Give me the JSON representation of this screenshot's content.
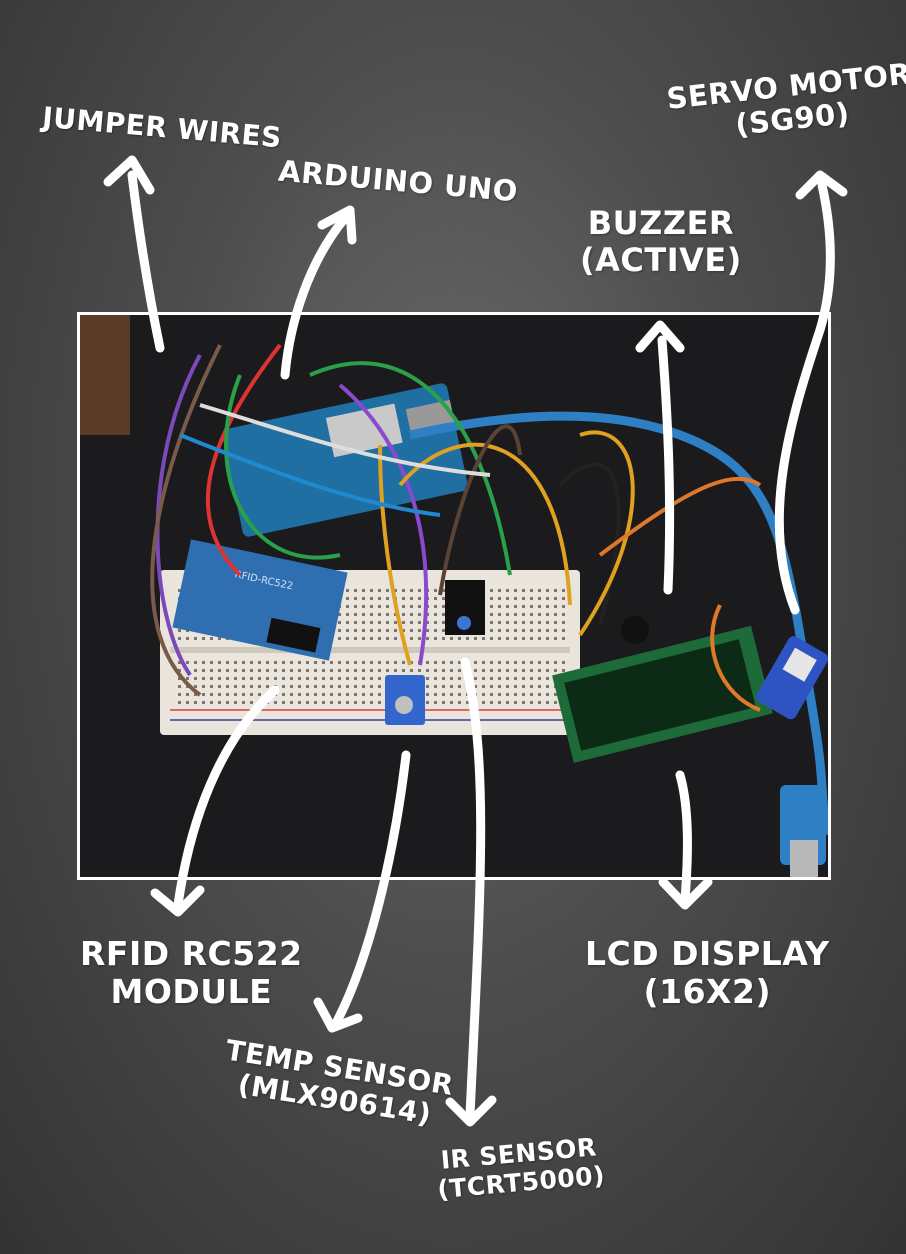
{
  "labels": {
    "jumper_wires": "JUMPER WIRES",
    "arduino_uno": "ARDUINO UNO",
    "servo_motor": "SERVO MOTOR",
    "servo_model": "(SG90)",
    "buzzer": "BUZZER",
    "buzzer_type": "(ACTIVE)",
    "rfid_line1": "RFID RC522",
    "rfid_line2": "MODULE",
    "lcd_line1": "LCD DISPLAY",
    "lcd_line2": "(16X2)",
    "temp_line1": "TEMP SENSOR",
    "temp_line2": "(MLX90614)",
    "ir_line1": "IR SENSOR",
    "ir_line2": "(TCRT5000)",
    "rfid_board_text": "RFID-RC522"
  },
  "colors": {
    "background": "#4d4d4d",
    "frame": "#ffffff",
    "label_text": "#ffffff",
    "arrow": "#ffffff",
    "breadboard": "#e9e4dc",
    "arduino": "#1f6fa3",
    "rfid_board": "#2f6fb1",
    "usb_cable": "#2f7fc4",
    "lcd_board": "#1e6b3a"
  }
}
